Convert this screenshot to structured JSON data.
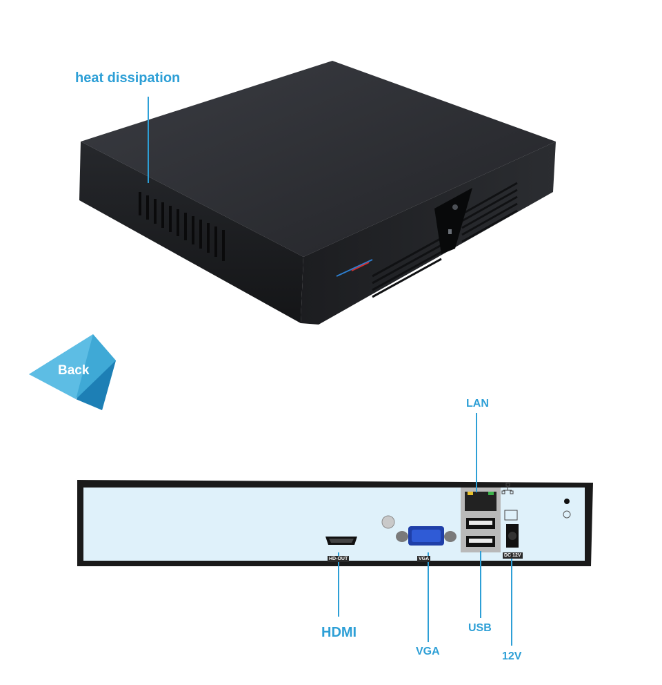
{
  "callouts": {
    "heat_dissipation": "heat dissipation",
    "lan": "LAN",
    "hdmi": "HDMI",
    "vga": "VGA",
    "usb": "USB",
    "power_12v": "12V"
  },
  "badge": {
    "back": "Back"
  },
  "port_tags": {
    "hd_out": "HD-OUT",
    "vga": "VGA",
    "dc": "DC 12V"
  },
  "colors": {
    "accent": "#2d9fd6",
    "device_body": "#2b2d32",
    "rear_panel": "#dff1fa",
    "badge_light": "#3fa9d6",
    "badge_dark": "#1d7fb5"
  }
}
